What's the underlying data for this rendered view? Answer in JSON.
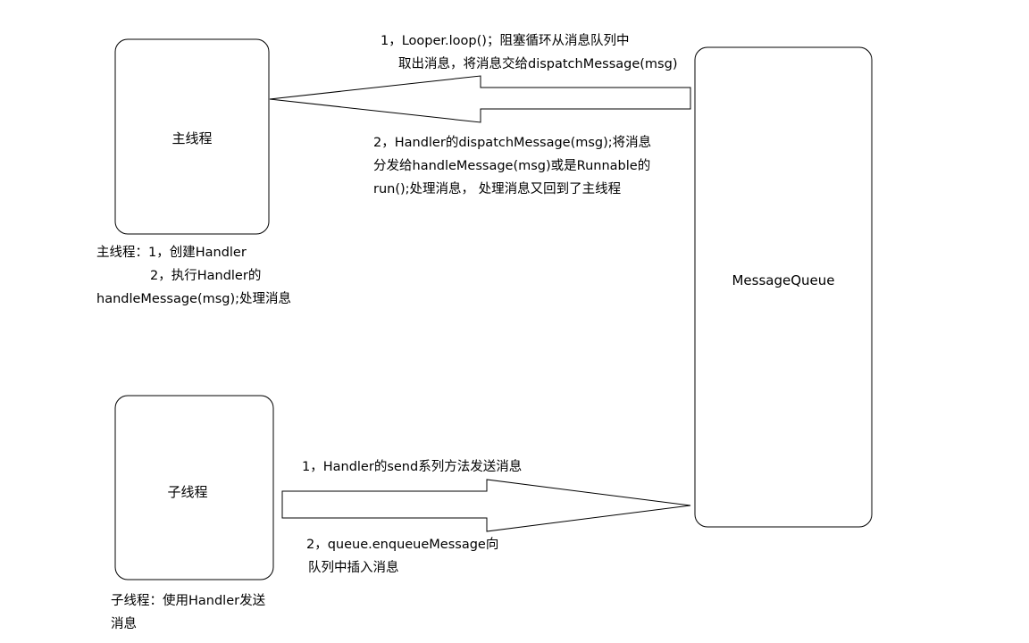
{
  "nodes": {
    "main_thread": "主线程",
    "sub_thread": "子线程",
    "message_queue": "MessageQueue"
  },
  "edges": {
    "queue_to_main": {
      "line1": "1，Looper.loop()；阻塞循环从消息队列中",
      "line2": "取出消息，将消息交给dispatchMessage(msg)",
      "line3": "2，Handler的dispatchMessage(msg);将消息",
      "line4": "分发给handleMessage(msg)或是Runnable的",
      "line5": "run();处理消息， 处理消息又回到了主线程"
    },
    "sub_to_queue": {
      "line1": "1，Handler的send系列方法发送消息",
      "line2": "2，queue.enqueueMessage向",
      "line3": "队列中插入消息"
    }
  },
  "notes": {
    "main_thread": {
      "line1": "主线程：1，创建Handler",
      "line2": "2，执行Handler的",
      "line3": "handleMessage(msg);处理消息"
    },
    "sub_thread": {
      "line1": "子线程：使用Handler发送",
      "line2": "消息"
    }
  },
  "colors": {
    "stroke": "#000000",
    "fill": "#ffffff",
    "text": "#000000"
  }
}
